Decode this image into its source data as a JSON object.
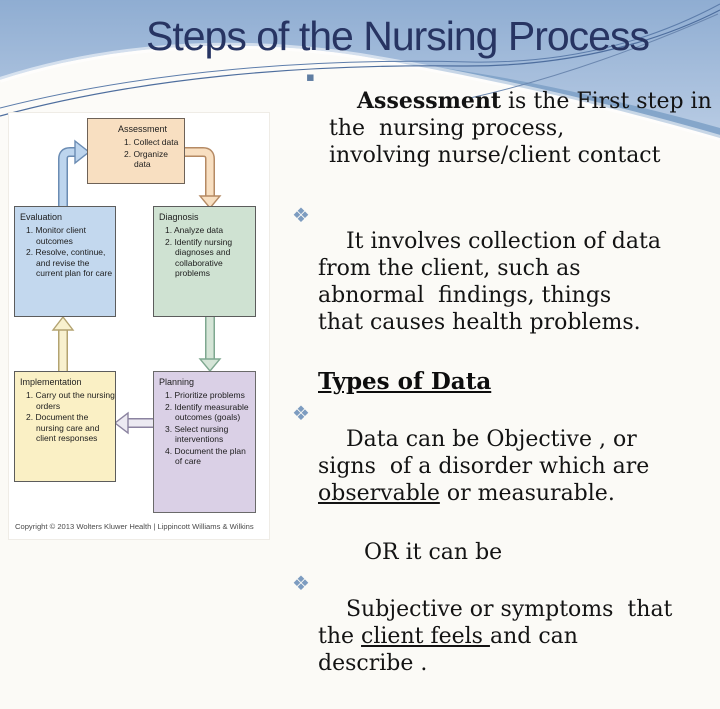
{
  "title": "Steps of the Nursing Process",
  "content": {
    "b1_bullet": "▪",
    "b1_bold": "Assessment",
    "b1_rest": " is the First step in\nthe  nursing process,\ninvolving nurse/client contact",
    "b2_bullet": "❖",
    "b2_text": "It involves collection of data\nfrom the client, such as\nabnormal  findings, things\nthat causes health problems.",
    "types_heading": "Types of Data",
    "b3_bullet": "❖",
    "b3_pre": "Data can be Objective , or\nsigns  of a disorder which are\n",
    "b3_underlined": "observable",
    "b3_post": " or measurable.",
    "or_line": "OR it can be",
    "b4_bullet": "❖",
    "b4_pre": "Subjective or symptoms  that\nthe ",
    "b4_underlined": "client feels ",
    "b4_post": "and can\ndescribe ."
  },
  "diagram": {
    "boxes": [
      {
        "title": "Assessment",
        "items": [
          "1. Collect data",
          "2. Organize data"
        ],
        "fill": "#f8dfc1"
      },
      {
        "title": "Evaluation",
        "items": [
          "1. Monitor client outcomes",
          "2. Resolve, continue, and revise the current plan for care"
        ],
        "fill": "#c3d8ee"
      },
      {
        "title": "Diagnosis",
        "items": [
          "1. Analyze data",
          "2. Identify nursing diagnoses and collaborative problems"
        ],
        "fill": "#cfe2d2"
      },
      {
        "title": "Implementation",
        "items": [
          "1. Carry out the nursing orders",
          "2. Document the nursing care and client responses"
        ],
        "fill": "#faf0c5"
      },
      {
        "title": "Planning",
        "items": [
          "1. Prioritize problems",
          "2. Identify measurable outcomes (goals)",
          "3. Select nursing interventions",
          "4. Document the plan of care"
        ],
        "fill": "#dad0e6"
      }
    ],
    "copyright": "Copyright © 2013 Wolters Kluwer Health | Lippincott Williams & Wilkins"
  },
  "colors": {
    "title": "#273462",
    "body_text": "#131313",
    "square_bullet": "#5f7da2",
    "diamond_bullet": "#7d9cc0",
    "sky_top": "#8fadd2",
    "swoosh_mid": "#7fa2c8",
    "slide_bg": "#fbfaf6",
    "arrow_blue": "#bdd5ee",
    "arrow_peach": "#f8dfc1",
    "arrow_green": "#d5e5d7",
    "arrow_lavender": "#eceaf2",
    "arrow_yellow": "#f8f1cf"
  }
}
